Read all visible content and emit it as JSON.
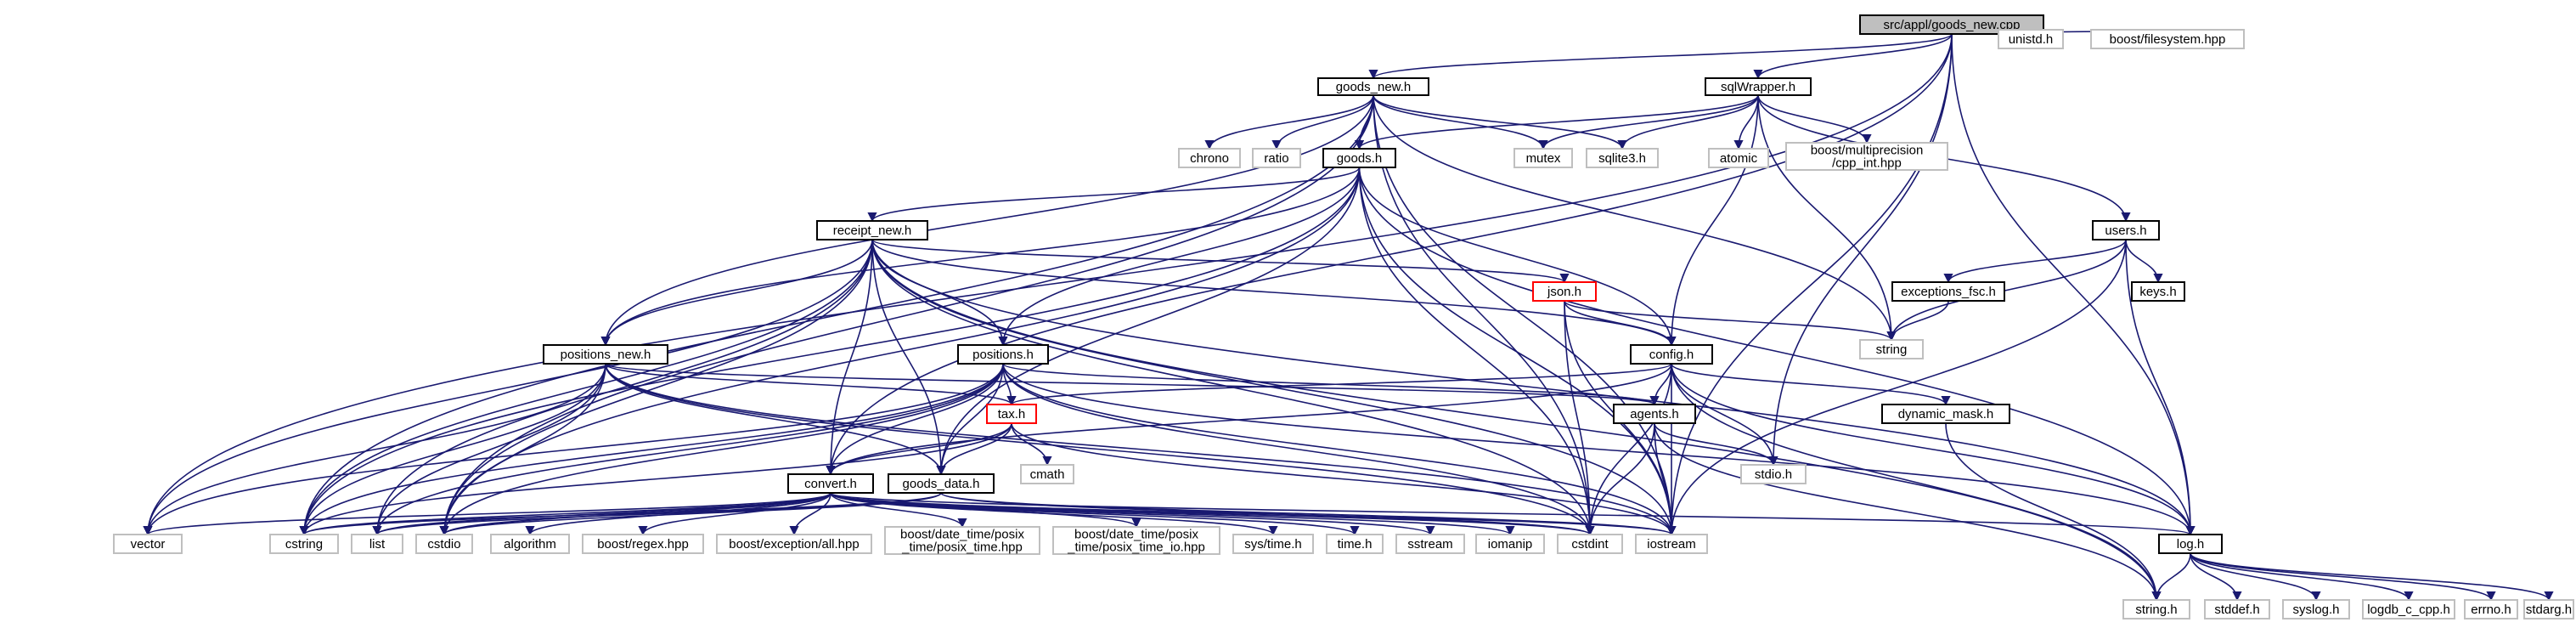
{
  "colors": {
    "edge": "#191970",
    "root_fill": "#bfbfbf",
    "root_border": "#000000",
    "node_border": "#000000",
    "missing_border": "#bfbfbf",
    "incomplete_border": "#ff0000",
    "missing_text": "#000000"
  },
  "nodes": [
    {
      "id": "root",
      "lines": [
        "src/appl/goods_new.cpp"
      ],
      "kind": "root"
    },
    {
      "id": "goods_new",
      "lines": [
        "goods_new.h"
      ],
      "kind": "normal"
    },
    {
      "id": "sqlwrapper",
      "lines": [
        "sqlWrapper.h"
      ],
      "kind": "normal"
    },
    {
      "id": "unistd",
      "lines": [
        "unistd.h"
      ],
      "kind": "missing"
    },
    {
      "id": "boost_fs",
      "lines": [
        "boost/filesystem.hpp"
      ],
      "kind": "missing"
    },
    {
      "id": "chrono",
      "lines": [
        "chrono"
      ],
      "kind": "missing"
    },
    {
      "id": "ratio",
      "lines": [
        "ratio"
      ],
      "kind": "missing"
    },
    {
      "id": "goods",
      "lines": [
        "goods.h"
      ],
      "kind": "normal"
    },
    {
      "id": "mutex",
      "lines": [
        "mutex"
      ],
      "kind": "missing"
    },
    {
      "id": "sqlite3",
      "lines": [
        "sqlite3.h"
      ],
      "kind": "missing"
    },
    {
      "id": "atomic",
      "lines": [
        "atomic"
      ],
      "kind": "missing"
    },
    {
      "id": "boost_mp",
      "lines": [
        "boost/multiprecision",
        "/cpp_int.hpp"
      ],
      "kind": "missing"
    },
    {
      "id": "receipt_new",
      "lines": [
        "receipt_new.h"
      ],
      "kind": "normal"
    },
    {
      "id": "users",
      "lines": [
        "users.h"
      ],
      "kind": "normal"
    },
    {
      "id": "json",
      "lines": [
        "json.h"
      ],
      "kind": "incomplete"
    },
    {
      "id": "exceptions_fsc",
      "lines": [
        "exceptions_fsc.h"
      ],
      "kind": "normal"
    },
    {
      "id": "keys",
      "lines": [
        "keys.h"
      ],
      "kind": "normal"
    },
    {
      "id": "string",
      "lines": [
        "string"
      ],
      "kind": "missing"
    },
    {
      "id": "positions",
      "lines": [
        "positions.h"
      ],
      "kind": "normal"
    },
    {
      "id": "config",
      "lines": [
        "config.h"
      ],
      "kind": "normal"
    },
    {
      "id": "positions_new",
      "lines": [
        "positions_new.h"
      ],
      "kind": "normal"
    },
    {
      "id": "tax",
      "lines": [
        "tax.h"
      ],
      "kind": "incomplete"
    },
    {
      "id": "agents",
      "lines": [
        "agents.h"
      ],
      "kind": "normal"
    },
    {
      "id": "dynamic_mask",
      "lines": [
        "dynamic_mask.h"
      ],
      "kind": "normal"
    },
    {
      "id": "cmath",
      "lines": [
        "cmath"
      ],
      "kind": "missing"
    },
    {
      "id": "stdio",
      "lines": [
        "stdio.h"
      ],
      "kind": "missing"
    },
    {
      "id": "convert",
      "lines": [
        "convert.h"
      ],
      "kind": "normal"
    },
    {
      "id": "goods_data",
      "lines": [
        "goods_data.h"
      ],
      "kind": "normal"
    },
    {
      "id": "vector",
      "lines": [
        "vector"
      ],
      "kind": "missing"
    },
    {
      "id": "cstring",
      "lines": [
        "cstring"
      ],
      "kind": "missing"
    },
    {
      "id": "list",
      "lines": [
        "list"
      ],
      "kind": "missing"
    },
    {
      "id": "cstdio",
      "lines": [
        "cstdio"
      ],
      "kind": "missing"
    },
    {
      "id": "algorithm",
      "lines": [
        "algorithm"
      ],
      "kind": "missing"
    },
    {
      "id": "boost_regex",
      "lines": [
        "boost/regex.hpp"
      ],
      "kind": "missing"
    },
    {
      "id": "boost_exc",
      "lines": [
        "boost/exception/all.hpp"
      ],
      "kind": "missing"
    },
    {
      "id": "boost_posix_time",
      "lines": [
        "boost/date_time/posix",
        "_time/posix_time.hpp"
      ],
      "kind": "missing"
    },
    {
      "id": "boost_posix_io",
      "lines": [
        "boost/date_time/posix",
        "_time/posix_time_io.hpp"
      ],
      "kind": "missing"
    },
    {
      "id": "sys_time",
      "lines": [
        "sys/time.h"
      ],
      "kind": "missing"
    },
    {
      "id": "time_h",
      "lines": [
        "time.h"
      ],
      "kind": "missing"
    },
    {
      "id": "sstream",
      "lines": [
        "sstream"
      ],
      "kind": "missing"
    },
    {
      "id": "iomanip",
      "lines": [
        "iomanip"
      ],
      "kind": "missing"
    },
    {
      "id": "cstdint",
      "lines": [
        "cstdint"
      ],
      "kind": "missing"
    },
    {
      "id": "iostream",
      "lines": [
        "iostream"
      ],
      "kind": "missing"
    },
    {
      "id": "log",
      "lines": [
        "log.h"
      ],
      "kind": "normal"
    },
    {
      "id": "string_h",
      "lines": [
        "string.h"
      ],
      "kind": "missing"
    },
    {
      "id": "stddef",
      "lines": [
        "stddef.h"
      ],
      "kind": "missing"
    },
    {
      "id": "syslog",
      "lines": [
        "syslog.h"
      ],
      "kind": "missing"
    },
    {
      "id": "logdb",
      "lines": [
        "logdb_c_cpp.h"
      ],
      "kind": "missing"
    },
    {
      "id": "errno",
      "lines": [
        "errno.h"
      ],
      "kind": "missing"
    },
    {
      "id": "stdarg",
      "lines": [
        "stdarg.h"
      ],
      "kind": "missing"
    }
  ],
  "edges": [
    [
      "root",
      "goods_new"
    ],
    [
      "root",
      "sqlwrapper"
    ],
    [
      "root",
      "unistd"
    ],
    [
      "root",
      "boost_fs"
    ],
    [
      "root",
      "log"
    ],
    [
      "root",
      "vector"
    ],
    [
      "root",
      "convert"
    ],
    [
      "root",
      "stdio"
    ],
    [
      "root",
      "iostream"
    ],
    [
      "goods_new",
      "chrono"
    ],
    [
      "goods_new",
      "ratio"
    ],
    [
      "goods_new",
      "goods"
    ],
    [
      "goods_new",
      "mutex"
    ],
    [
      "goods_new",
      "sqlite3"
    ],
    [
      "goods_new",
      "string"
    ],
    [
      "goods_new",
      "iostream"
    ],
    [
      "goods_new",
      "cstdint"
    ],
    [
      "goods_new",
      "positions_new"
    ],
    [
      "goods_new",
      "cstring"
    ],
    [
      "goods_new",
      "cstdio"
    ],
    [
      "sqlwrapper",
      "goods"
    ],
    [
      "sqlwrapper",
      "mutex"
    ],
    [
      "sqlwrapper",
      "sqlite3"
    ],
    [
      "sqlwrapper",
      "atomic"
    ],
    [
      "sqlwrapper",
      "boost_mp"
    ],
    [
      "sqlwrapper",
      "users"
    ],
    [
      "sqlwrapper",
      "config"
    ],
    [
      "sqlwrapper",
      "string"
    ],
    [
      "goods",
      "receipt_new"
    ],
    [
      "goods",
      "positions"
    ],
    [
      "goods",
      "positions_new"
    ],
    [
      "goods",
      "goods_data"
    ],
    [
      "goods",
      "cstdint"
    ],
    [
      "goods",
      "iostream"
    ],
    [
      "goods",
      "log"
    ],
    [
      "goods",
      "cstring"
    ],
    [
      "goods",
      "cstdio"
    ],
    [
      "goods",
      "config"
    ],
    [
      "receipt_new",
      "json"
    ],
    [
      "receipt_new",
      "config"
    ],
    [
      "receipt_new",
      "positions"
    ],
    [
      "receipt_new",
      "positions_new"
    ],
    [
      "receipt_new",
      "convert"
    ],
    [
      "receipt_new",
      "goods_data"
    ],
    [
      "receipt_new",
      "vector"
    ],
    [
      "receipt_new",
      "cstring"
    ],
    [
      "receipt_new",
      "list"
    ],
    [
      "receipt_new",
      "cstdio"
    ],
    [
      "receipt_new",
      "cstdint"
    ],
    [
      "receipt_new",
      "iostream"
    ],
    [
      "receipt_new",
      "log"
    ],
    [
      "receipt_new",
      "string_h"
    ],
    [
      "users",
      "exceptions_fsc"
    ],
    [
      "users",
      "keys"
    ],
    [
      "users",
      "string"
    ],
    [
      "users",
      "log"
    ],
    [
      "users",
      "iostream"
    ],
    [
      "exceptions_fsc",
      "string"
    ],
    [
      "json",
      "config"
    ],
    [
      "json",
      "string"
    ],
    [
      "json",
      "iostream"
    ],
    [
      "json",
      "cstdint"
    ],
    [
      "config",
      "tax"
    ],
    [
      "config",
      "agents"
    ],
    [
      "config",
      "dynamic_mask"
    ],
    [
      "config",
      "stdio"
    ],
    [
      "config",
      "log"
    ],
    [
      "config",
      "iostream"
    ],
    [
      "config",
      "cstdint"
    ],
    [
      "config",
      "convert"
    ],
    [
      "config",
      "string_h"
    ],
    [
      "positions",
      "tax"
    ],
    [
      "positions",
      "agents"
    ],
    [
      "positions",
      "goods_data"
    ],
    [
      "positions",
      "convert"
    ],
    [
      "positions",
      "vector"
    ],
    [
      "positions",
      "cstring"
    ],
    [
      "positions",
      "list"
    ],
    [
      "positions",
      "cstdio"
    ],
    [
      "positions",
      "cstdint"
    ],
    [
      "positions",
      "iostream"
    ],
    [
      "positions",
      "log"
    ],
    [
      "positions_new",
      "tax"
    ],
    [
      "positions_new",
      "goods_data"
    ],
    [
      "positions_new",
      "vector"
    ],
    [
      "positions_new",
      "cstring"
    ],
    [
      "positions_new",
      "list"
    ],
    [
      "positions_new",
      "cstdio"
    ],
    [
      "positions_new",
      "cstdint"
    ],
    [
      "positions_new",
      "iostream"
    ],
    [
      "positions_new",
      "agents"
    ],
    [
      "tax",
      "cmath"
    ],
    [
      "tax",
      "convert"
    ],
    [
      "tax",
      "goods_data"
    ],
    [
      "tax",
      "cstring"
    ],
    [
      "tax",
      "iostream"
    ],
    [
      "agents",
      "stdio"
    ],
    [
      "agents",
      "iostream"
    ],
    [
      "agents",
      "cstdint"
    ],
    [
      "agents",
      "string_h"
    ],
    [
      "dynamic_mask",
      "string_h"
    ],
    [
      "convert",
      "vector"
    ],
    [
      "convert",
      "cstring"
    ],
    [
      "convert",
      "list"
    ],
    [
      "convert",
      "cstdio"
    ],
    [
      "convert",
      "algorithm"
    ],
    [
      "convert",
      "boost_regex"
    ],
    [
      "convert",
      "boost_exc"
    ],
    [
      "convert",
      "boost_posix_time"
    ],
    [
      "convert",
      "boost_posix_io"
    ],
    [
      "convert",
      "sys_time"
    ],
    [
      "convert",
      "time_h"
    ],
    [
      "convert",
      "sstream"
    ],
    [
      "convert",
      "iomanip"
    ],
    [
      "convert",
      "cstdint"
    ],
    [
      "convert",
      "iostream"
    ],
    [
      "convert",
      "log"
    ],
    [
      "goods_data",
      "cstring"
    ],
    [
      "goods_data",
      "list"
    ],
    [
      "goods_data",
      "cstdio"
    ],
    [
      "goods_data",
      "cstdint"
    ],
    [
      "goods_data",
      "iostream"
    ],
    [
      "log",
      "string_h"
    ],
    [
      "log",
      "stddef"
    ],
    [
      "log",
      "syslog"
    ],
    [
      "log",
      "logdb"
    ],
    [
      "log",
      "errno"
    ],
    [
      "log",
      "stdarg"
    ]
  ]
}
